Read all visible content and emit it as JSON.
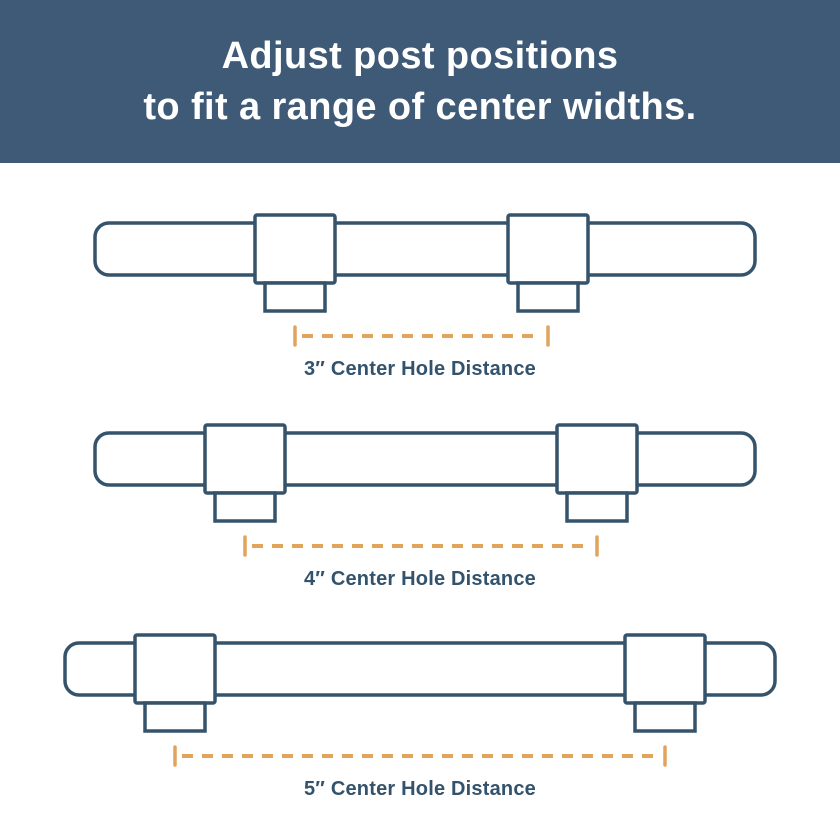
{
  "header": {
    "title_line1": "Adjust post positions",
    "title_line2": "to fit a range of center widths."
  },
  "diagrams": [
    {
      "label": "3″ Center Hole Distance"
    },
    {
      "label": "4″ Center Hole Distance"
    },
    {
      "label": "5″ Center Hole Distance"
    }
  ],
  "colors": {
    "header_bg": "#3e5a76",
    "header_text": "#ffffff",
    "outline_color": "#35536b",
    "dash_color": "#e2a45c",
    "label_color": "#33536d"
  }
}
